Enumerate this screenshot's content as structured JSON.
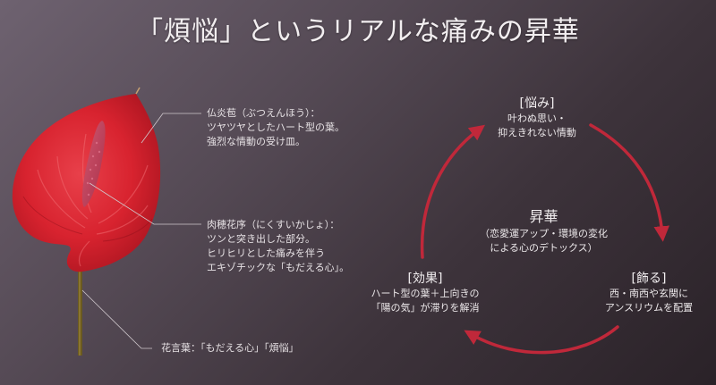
{
  "title": "「煩悩」というリアルな痛みの昇華",
  "colors": {
    "background_top_left": "#6e6270",
    "background_bottom_right": "#2a2228",
    "arrow": "#c0283a",
    "spathe": "#d8232f",
    "spadix": "#c8405a",
    "stem": "#6b5a20",
    "leader_line": "#cfc8cc",
    "text": "#ece8ea"
  },
  "flower": {
    "icon": "anthurium-flower-illustration",
    "annotations": [
      {
        "id": "spathe",
        "lines": [
          "仏炎苞（ぶつえんほう）：",
          "ツヤツヤとしたハート型の葉。",
          "強烈な情動の受け皿。"
        ]
      },
      {
        "id": "spadix",
        "lines": [
          "肉穂花序（にくすいかじょ）：",
          "ツンと突き出した部分。",
          "ヒリヒリとした痛みを伴う",
          "エキゾチックな「もだえる心」。"
        ]
      },
      {
        "id": "flower-language",
        "lines": [
          "花言葉：「もだえる心」「煩悩」"
        ]
      }
    ]
  },
  "cycle": {
    "center": {
      "heading": "昇華",
      "lines": [
        "（恋愛運アップ・環境の変化",
        "による心のデトックス）"
      ]
    },
    "nodes": [
      {
        "id": "worry",
        "heading": "[悩み]",
        "lines": [
          "叶わぬ思い・",
          "抑えきれない情動"
        ]
      },
      {
        "id": "decorate",
        "heading": "[飾る]",
        "lines": [
          "西・南西や玄関に",
          "アンスリウムを配置"
        ]
      },
      {
        "id": "effect",
        "heading": "[効果]",
        "lines": [
          "ハート型の葉＋上向きの",
          "「陽の気」が滞りを解消"
        ]
      }
    ],
    "arrows": [
      {
        "from": "worry",
        "to": "decorate",
        "icon": "curved-arrow-clockwise"
      },
      {
        "from": "decorate",
        "to": "effect",
        "icon": "curved-arrow-clockwise"
      },
      {
        "from": "effect",
        "to": "worry",
        "icon": "curved-arrow-clockwise"
      }
    ]
  }
}
